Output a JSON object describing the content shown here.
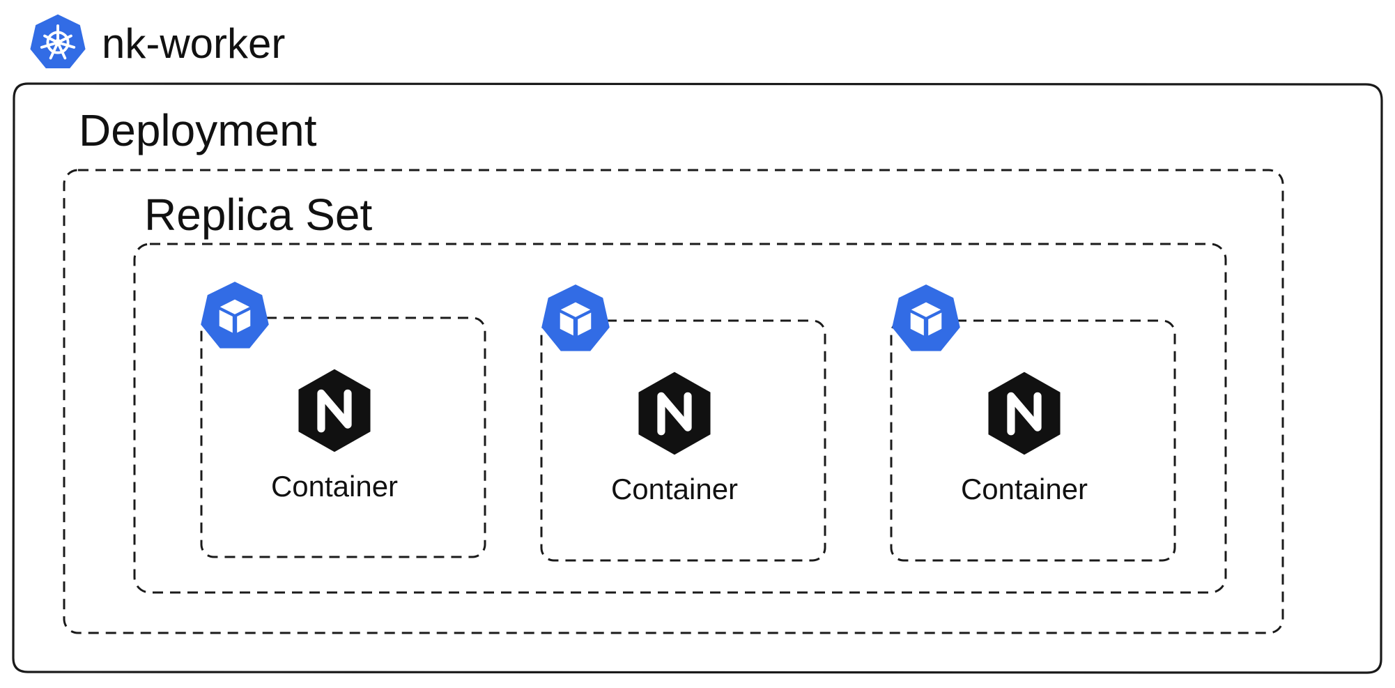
{
  "worker": {
    "title": "nk-worker",
    "icon": "kubernetes-wheel-icon"
  },
  "deployment": {
    "title": "Deployment"
  },
  "replica_set": {
    "title": "Replica Set"
  },
  "pods": [
    {
      "icon": "pod-cube-icon",
      "container": {
        "icon": "nginx-icon",
        "label": "Container"
      }
    },
    {
      "icon": "pod-cube-icon",
      "container": {
        "icon": "nginx-icon",
        "label": "Container"
      }
    },
    {
      "icon": "pod-cube-icon",
      "container": {
        "icon": "nginx-icon",
        "label": "Container"
      }
    }
  ],
  "colors": {
    "kubernetes_blue": "#326CE5",
    "nginx_black": "#111111",
    "stroke": "#1a1a1a",
    "background": "#ffffff"
  }
}
